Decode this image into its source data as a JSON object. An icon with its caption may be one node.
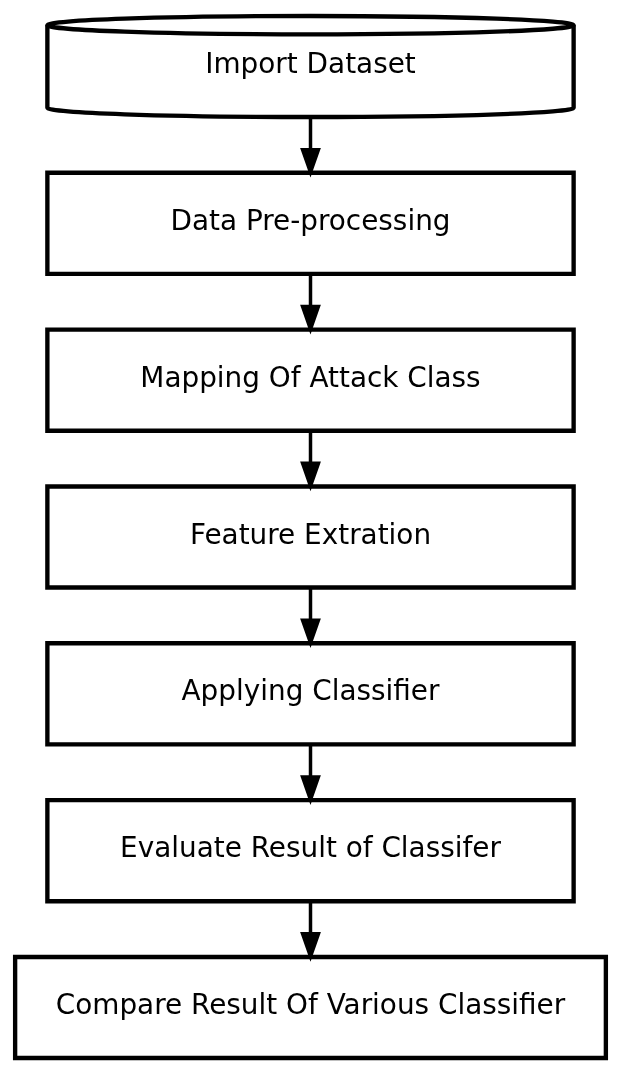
{
  "diagram": {
    "nodes": [
      {
        "text": [
          "Import Dataset"
        ]
      },
      {
        "text": [
          "Data Pre-processing"
        ]
      },
      {
        "text": [
          "Mapping Of Attack Class"
        ]
      },
      {
        "text": [
          "Feature Extration"
        ]
      },
      {
        "text": [
          "Applying Classifier"
        ]
      },
      {
        "text": [
          "Evaluate Result of Classifer"
        ]
      },
      {
        "text": [
          "Compare Result Of Various Classifier"
        ]
      }
    ],
    "edges": [
      {
        "from": 0,
        "to": 1,
        "arrow": "to"
      },
      {
        "from": 1,
        "to": 2,
        "arrow": "to"
      },
      {
        "from": 2,
        "to": 3,
        "arrow": "to"
      },
      {
        "from": 3,
        "to": 4,
        "arrow": "to"
      },
      {
        "from": 4,
        "to": 5,
        "arrow": "to"
      },
      {
        "from": 5,
        "to": 6,
        "arrow": "to"
      }
    ]
  }
}
